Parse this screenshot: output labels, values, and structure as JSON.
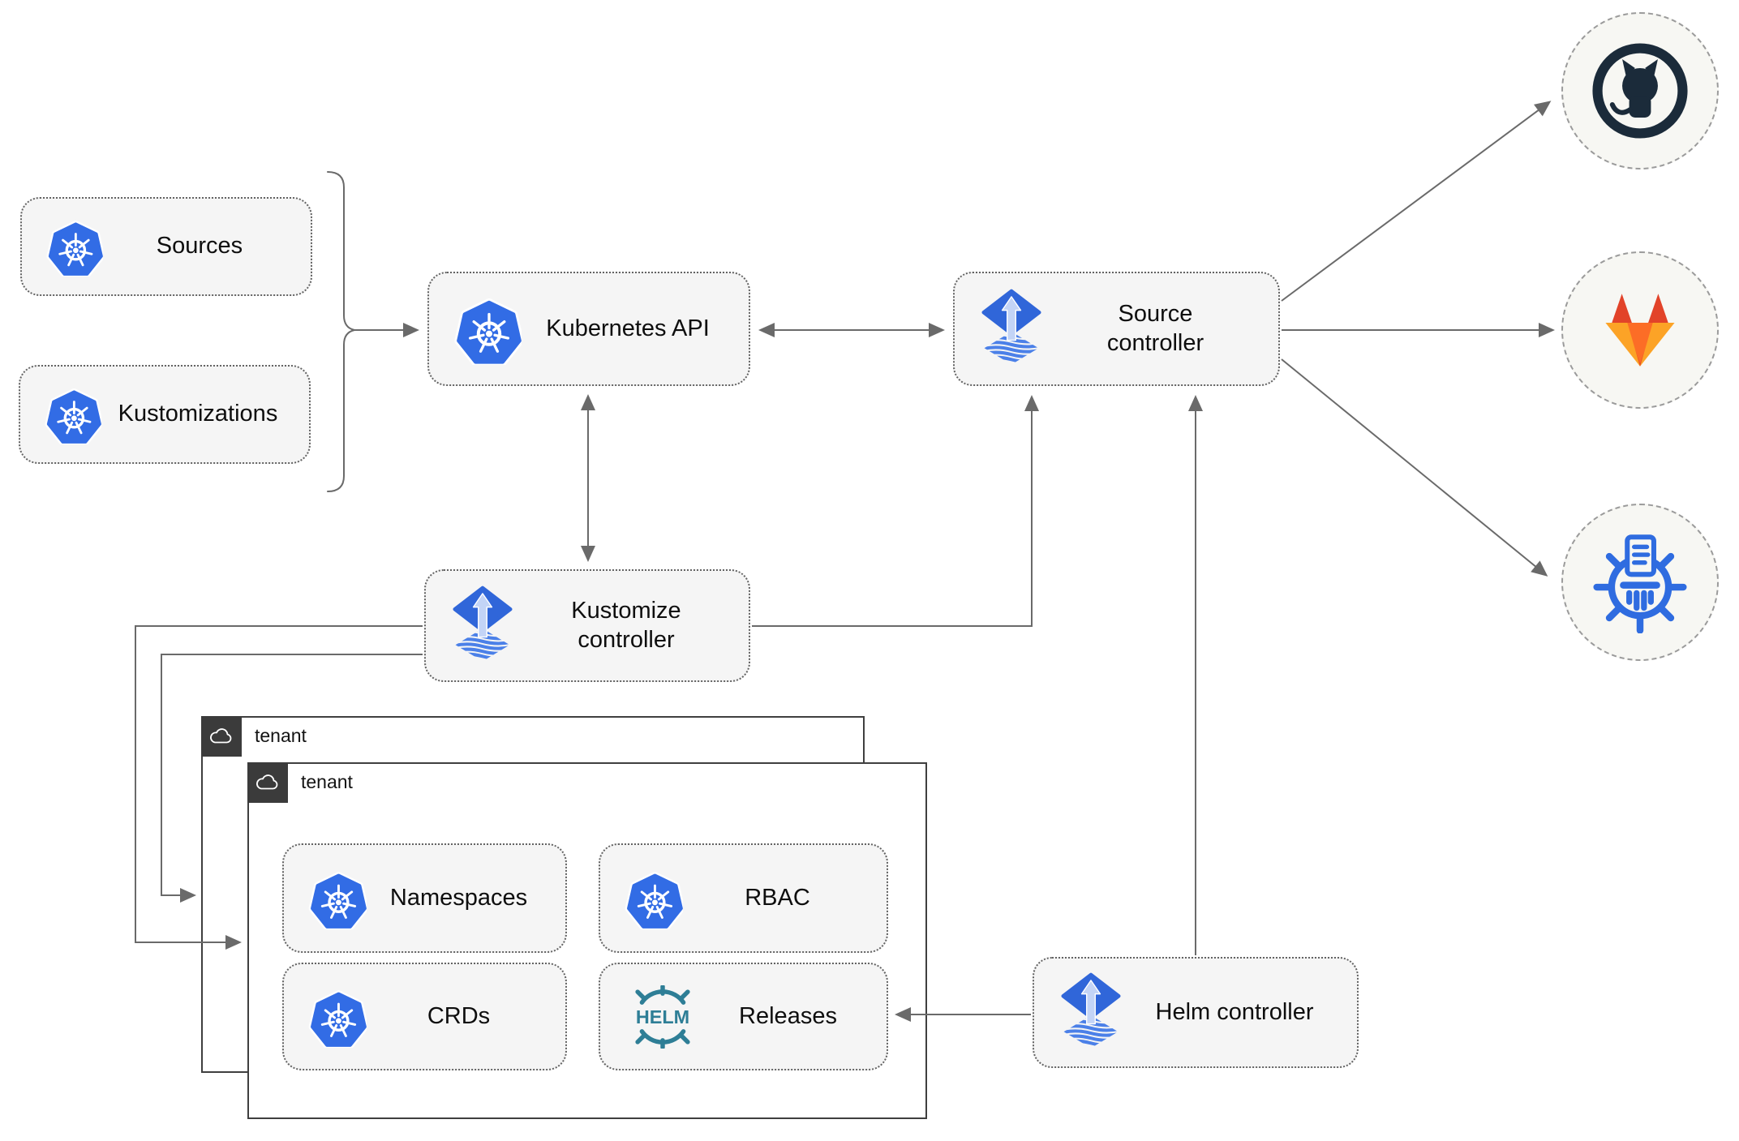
{
  "diagram": {
    "kind": "flux-gitops-architecture",
    "nodes": {
      "sources": {
        "label": "Sources",
        "icon": "kubernetes-icon"
      },
      "kustomizations": {
        "label": "Kustomizations",
        "icon": "kubernetes-icon"
      },
      "kubernetes_api": {
        "label": "Kubernetes API",
        "icon": "kubernetes-icon"
      },
      "source_controller": {
        "label": "Source controller",
        "icon": "flux-icon"
      },
      "kustomize_controller": {
        "label": "Kustomize controller",
        "icon": "flux-icon"
      },
      "helm_controller": {
        "label": "Helm controller",
        "icon": "flux-icon"
      },
      "tenant_back": {
        "label": "tenant",
        "icon": "cloud-icon"
      },
      "tenant_front": {
        "label": "tenant",
        "icon": "cloud-icon"
      },
      "namespaces": {
        "label": "Namespaces",
        "icon": "kubernetes-icon"
      },
      "rbac": {
        "label": "RBAC",
        "icon": "kubernetes-icon"
      },
      "crds": {
        "label": "CRDs",
        "icon": "kubernetes-icon"
      },
      "releases": {
        "label": "Releases",
        "icon": "helm-icon"
      },
      "github": {
        "icon": "github-icon"
      },
      "gitlab": {
        "icon": "gitlab-icon"
      },
      "kustomize_registry": {
        "icon": "kustomize-icon"
      }
    },
    "helm_logo_text": "HELM",
    "edges": [
      {
        "from": "sources_and_kustomizations",
        "to": "kubernetes_api",
        "style": "brace-arrow"
      },
      {
        "from": "kubernetes_api",
        "to": "source_controller",
        "style": "double-arrow"
      },
      {
        "from": "kubernetes_api",
        "to": "kustomize_controller",
        "style": "double-arrow"
      },
      {
        "from": "kustomize_controller",
        "to": "source_controller",
        "style": "arrow"
      },
      {
        "from": "kustomize_controller",
        "to": "tenant_front",
        "style": "arrow"
      },
      {
        "from": "kustomize_controller",
        "to": "tenant_back",
        "style": "arrow"
      },
      {
        "from": "helm_controller",
        "to": "source_controller",
        "style": "arrow"
      },
      {
        "from": "helm_controller",
        "to": "releases",
        "style": "arrow"
      },
      {
        "from": "source_controller",
        "to": "github",
        "style": "arrow"
      },
      {
        "from": "source_controller",
        "to": "gitlab",
        "style": "arrow"
      },
      {
        "from": "source_controller",
        "to": "kustomize_registry",
        "style": "arrow"
      }
    ],
    "colors": {
      "kubernetes_blue": "#326ce5",
      "flux_blue": "#3066d9",
      "flux_arrow_light": "#c3d4f6",
      "flux_stripe_blue": "#4b80e8",
      "helm_teal": "#2e7e96",
      "github_dark": "#1b2b3a",
      "gitlab_red": "#e24329",
      "gitlab_orange": "#fc6d26",
      "gitlab_amber": "#fca326",
      "kustomize_blue": "#2f6ce0",
      "connector_gray": "#6a6a6a",
      "node_fill": "#f5f5f5",
      "tenant_tab_dark": "#3b3b3b"
    }
  }
}
